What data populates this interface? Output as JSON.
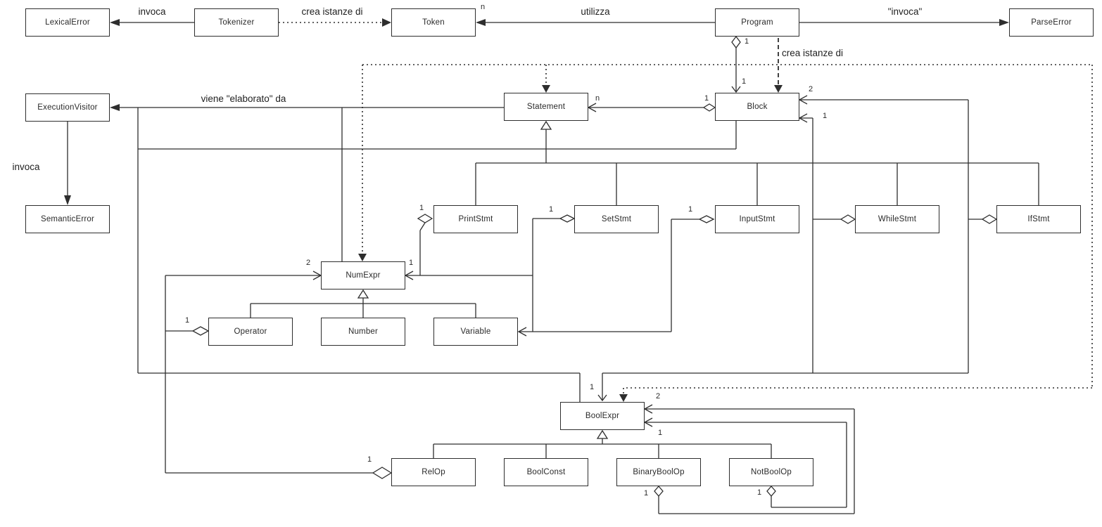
{
  "nodes": {
    "lexical_error": "LexicalError",
    "tokenizer": "Tokenizer",
    "token": "Token",
    "program": "Program",
    "parse_error": "ParseError",
    "execution_visitor": "ExecutionVisitor",
    "semantic_error": "SemanticError",
    "statement": "Statement",
    "block": "Block",
    "print_stmt": "PrintStmt",
    "set_stmt": "SetStmt",
    "input_stmt": "InputStmt",
    "while_stmt": "WhileStmt",
    "if_stmt": "IfStmt",
    "num_expr": "NumExpr",
    "operator": "Operator",
    "number": "Number",
    "variable": "Variable",
    "bool_expr": "BoolExpr",
    "rel_op": "RelOp",
    "bool_const": "BoolConst",
    "binary_bool_op": "BinaryBoolOp",
    "not_bool_op": "NotBoolOp"
  },
  "edge_labels": {
    "invoca_tokenizer": "invoca",
    "crea_istanze_top": "crea istanze di",
    "utilizza": "utilizza",
    "invoca_program": "\"invoca\"",
    "crea_istanze_block": "crea istanze di",
    "viene_elaborato": "viene \"elaborato\" da",
    "invoca_visitor": "invoca"
  },
  "multiplicities": {
    "token_n": "n",
    "statement_n": "n",
    "block_agg_1": "1",
    "program_agg_1": "1",
    "block_in_1": "1",
    "block_if_2": "2",
    "block_while_1": "1",
    "print_1": "1",
    "set_1": "1",
    "input_1": "1",
    "numexpr_2": "2",
    "numexpr_1": "1",
    "operator_1": "1",
    "relop_1": "1",
    "boolexpr_cond_1": "1",
    "boolexpr_bin_2": "2",
    "boolexpr_not_1": "1",
    "binary_agg_1": "1",
    "not_agg_1": "1"
  }
}
